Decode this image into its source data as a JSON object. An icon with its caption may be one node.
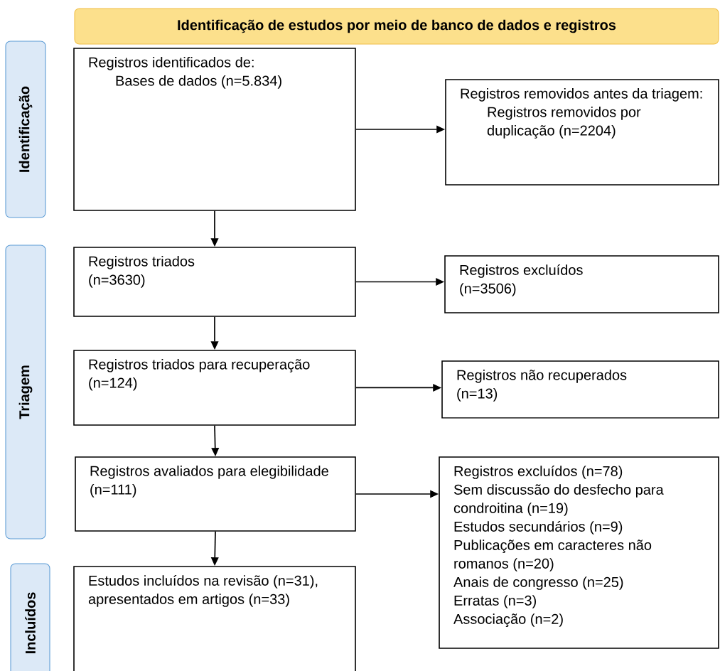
{
  "diagram": {
    "nodes": [
      {
        "text": [
          "Identificação de estudos por meio de banco de dados e registros"
        ]
      },
      {
        "text": [
          "Identificação"
        ]
      },
      {
        "text": [
          "Triagem"
        ]
      },
      {
        "text": [
          "Incluídos"
        ]
      },
      {
        "text": [
          "Registros identificados de:",
          "Bases de dados (n=5.834)"
        ]
      },
      {
        "text": [
          "Registros removidos antes da triagem:",
          "Registros removidos por duplicação (n=2204)"
        ]
      },
      {
        "text": [
          "Registros triados",
          "(n=3630)"
        ]
      },
      {
        "text": [
          "Registros excluídos",
          "(n=3506)"
        ]
      },
      {
        "text": [
          "Registros triados para recuperação",
          "(n=124)"
        ]
      },
      {
        "text": [
          "Registros não recuperados",
          "(n=13)"
        ]
      },
      {
        "text": [
          "Registros avaliados para elegibilidade",
          "(n=111)"
        ]
      },
      {
        "text": [
          "Registros excluídos (n=78)",
          "Sem discussão do desfecho para condroitina (n=19)",
          "Estudos secundários (n=9)",
          "Publicações em caracteres não romanos (n=20)",
          "Anais de congresso (n=25)",
          "Erratas (n=3)",
          "Associação (n=2)"
        ]
      },
      {
        "text": [
          "Estudos incluídos na revisão (n=31), apresentados em artigos (n=33)"
        ]
      }
    ],
    "edges": [
      {
        "from": 4,
        "to": 5,
        "arrow": "to"
      },
      {
        "from": 4,
        "to": 6,
        "arrow": "to"
      },
      {
        "from": 6,
        "to": 7,
        "arrow": "to"
      },
      {
        "from": 6,
        "to": 8,
        "arrow": "to"
      },
      {
        "from": 8,
        "to": 9,
        "arrow": "to"
      },
      {
        "from": 8,
        "to": 10,
        "arrow": "to"
      },
      {
        "from": 10,
        "to": 11,
        "arrow": "to"
      },
      {
        "from": 10,
        "to": 12,
        "arrow": "to"
      }
    ]
  }
}
